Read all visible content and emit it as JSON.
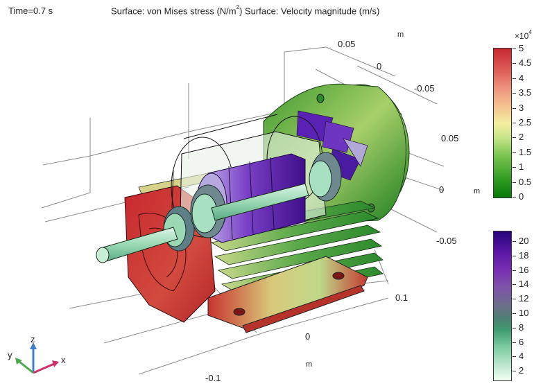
{
  "header": {
    "time_label": "Time=0.7 s",
    "title_part1": "Surface: von Mises stress (N/m",
    "title_exp": "2",
    "title_part2": ")  Surface: Velocity magnitude (m/s)"
  },
  "axis_ticks": {
    "top_y": [
      "0.05",
      "0",
      "-0.05"
    ],
    "right_z": [
      "0.05",
      "0",
      "-0.05"
    ],
    "front_x": [
      "0.1",
      "0",
      "-0.1"
    ],
    "unit_top": "m",
    "unit_right": "m",
    "unit_front": "m"
  },
  "colorbar_stress": {
    "multiplier_base": "×10",
    "multiplier_exp": "4",
    "ticks": [
      "5",
      "4.5",
      "4",
      "3.5",
      "3",
      "2.5",
      "2",
      "1.5",
      "1",
      "0.5",
      "0"
    ],
    "colors": [
      "#c8282f",
      "#f4eea0",
      "#067a06"
    ]
  },
  "colorbar_velocity": {
    "ticks": [
      "20",
      "18",
      "16",
      "14",
      "12",
      "10",
      "8",
      "6",
      "4",
      "2"
    ],
    "colors": [
      "#25047a",
      "#6b6f8a",
      "#f3fff4"
    ]
  },
  "triad": {
    "x": "x",
    "y": "y",
    "z": "z"
  }
}
